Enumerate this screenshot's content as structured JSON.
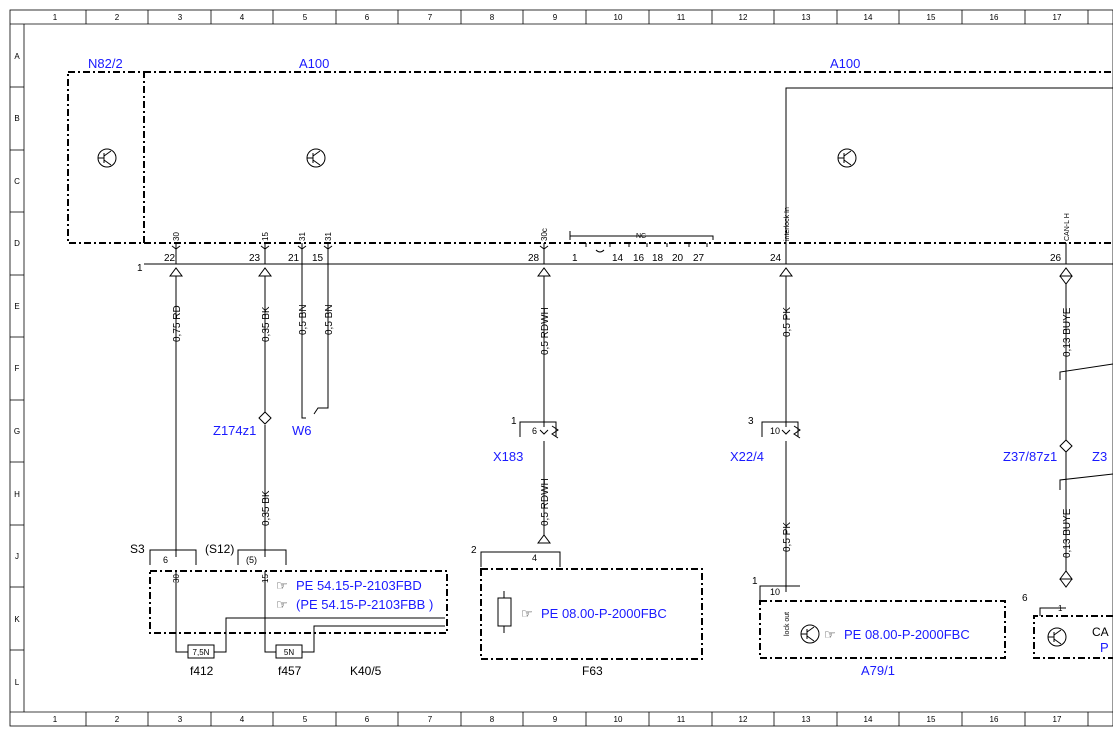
{
  "grid": {
    "columns": [
      "1",
      "2",
      "3",
      "4",
      "5",
      "6",
      "7",
      "8",
      "9",
      "10",
      "11",
      "12",
      "13",
      "14",
      "15",
      "16",
      "17"
    ],
    "rows": [
      "A",
      "B",
      "C",
      "D",
      "E",
      "F",
      "G",
      "H",
      "J",
      "K",
      "L"
    ]
  },
  "components": {
    "n82": "N82/2",
    "a100_left": "A100",
    "a100_right": "A100",
    "z174": "Z174z1",
    "w6": "W6",
    "x183": "X183",
    "x22": "X22/4",
    "z37": "Z37/87z1",
    "z3_partial": "Z3",
    "f412": "f412",
    "f457": "f457",
    "k40": "K40/5",
    "f63": "F63",
    "a79": "A79/1",
    "s3": "S3",
    "s12": "(S12)",
    "can_partial": "CA",
    "pe_partial": "P"
  },
  "pins": {
    "conn_1": "1",
    "p22": "22",
    "p23": "23",
    "p21": "21",
    "p15": "15",
    "p28": "28",
    "p1": "1",
    "p14": "14",
    "p16": "16",
    "p18": "18",
    "p20": "20",
    "p27": "27",
    "p24": "24",
    "p26": "26",
    "t30": "30",
    "t15a": "15",
    "t31a": "31",
    "t31b": "31",
    "t30c": "30c",
    "nc": "NC",
    "interlock": "interlock In",
    "canl": "CAN-L H",
    "x183_conn": "1",
    "x183_pin": "6",
    "x22_conn": "3",
    "x22_pin": "10",
    "s3_pin": "6",
    "s12_pin": "(5)",
    "k_t30": "30",
    "k_t15": "15",
    "f63_conn": "2",
    "f63_pin": "4",
    "a79_conn": "1",
    "a79_pin": "10",
    "lockout": "lock out",
    "c6": "6",
    "c6_pin": "1"
  },
  "wires": {
    "w1": "0,75 RD",
    "w2": "0,35 BK",
    "w3": "0,5 BN",
    "w4": "0,5 BN",
    "w5": "0,5 RDWH",
    "w6": "0,5 PK",
    "w7": "0,13 BUYE",
    "w8": "0,35 BK",
    "w9": "0,5 RDWH",
    "w10": "0,5 PK",
    "w11": "0,13 BUYE"
  },
  "fuses": {
    "f412_rating": "7,5N",
    "f457_rating": "5N"
  },
  "references": {
    "k40_ref1": "PE 54.15-P-2103FBD",
    "k40_ref2": "(PE 54.15-P-2103FBB )",
    "f63_ref": "PE 08.00-P-2000FBC",
    "a79_ref": "PE 08.00-P-2000FBC"
  },
  "colors": {
    "label_blue": "#1a1aff",
    "line": "#000000",
    "background": "#ffffff"
  }
}
